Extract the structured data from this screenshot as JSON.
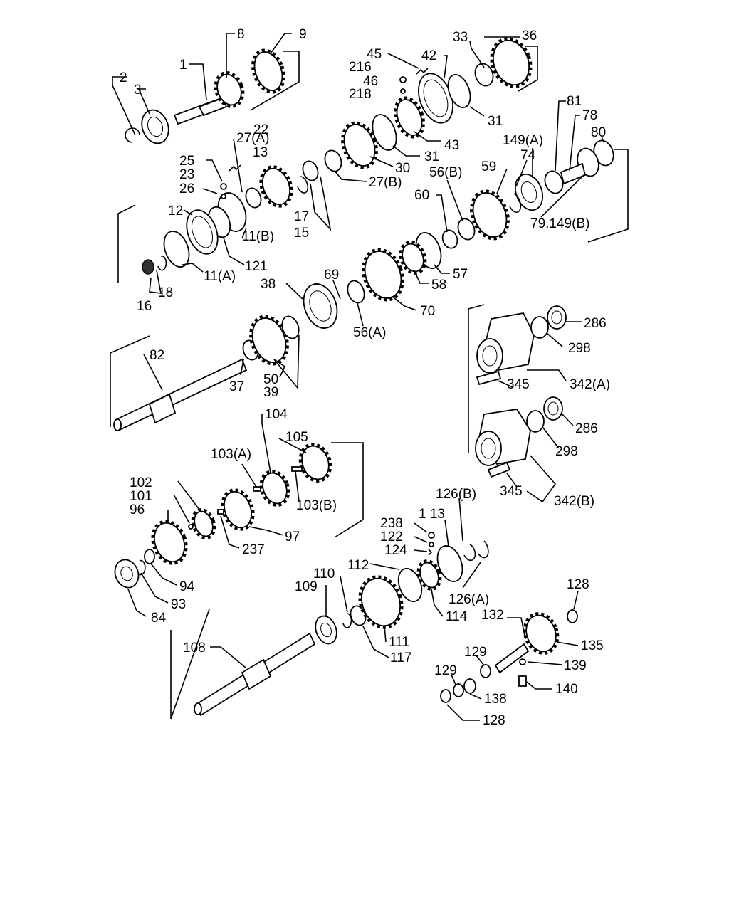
{
  "labels": {
    "l1": "1",
    "l2": "2",
    "l3": "3",
    "l8": "8",
    "l9": "9",
    "l45": "45",
    "l216": "216",
    "l46": "46",
    "l218": "218",
    "l42": "42",
    "l33": "33",
    "l36": "36",
    "l31a": "31",
    "l43": "43",
    "l30": "30",
    "l31b": "31",
    "l27b": "27(B)",
    "l22": "22",
    "l27a": "27(A)",
    "l13": "13",
    "l25": "25",
    "l23": "23",
    "l26": "26",
    "l12": "12",
    "l17": "17",
    "l15": "15",
    "l11b": "11(B)",
    "l121": "121",
    "l11a": "11(A)",
    "l18": "18",
    "l16": "16",
    "l81": "81",
    "l78": "78",
    "l80": "80",
    "l149a": "149(A)",
    "l74": "74",
    "l59": "59",
    "l56b": "56(B)",
    "l60": "60",
    "l79": "79.149(B)",
    "l57": "57",
    "l58": "58",
    "l69": "69",
    "l38": "38",
    "l70": "70",
    "l56a": "56(A)",
    "l82": "82",
    "l37": "37",
    "l50": "50",
    "l39": "39",
    "l286a": "286",
    "l298a": "298",
    "l345a": "345",
    "l342a": "342(A)",
    "l286b": "286",
    "l298b": "298",
    "l345b": "345",
    "l342b": "342(B)",
    "l104": "104",
    "l105": "105",
    "l103a": "103(A)",
    "l103b": "103(B)",
    "l102": "102",
    "l101": "101",
    "l96": "96",
    "l97": "97",
    "l237": "237",
    "l94": "94",
    "l93": "93",
    "l84": "84",
    "l126b": "126(B)",
    "l238": "238",
    "l113": "1 13",
    "l122": "122",
    "l124": "124",
    "l112": "112",
    "l110": "110",
    "l109": "109",
    "l126a": "126(A)",
    "l114": "114",
    "l111": "111",
    "l117": "117",
    "l108": "108",
    "l128a": "128",
    "l132": "132",
    "l135": "135",
    "l139": "139",
    "l129a": "129",
    "l129b": "129",
    "l138": "138",
    "l140": "140",
    "l128b": "128"
  }
}
